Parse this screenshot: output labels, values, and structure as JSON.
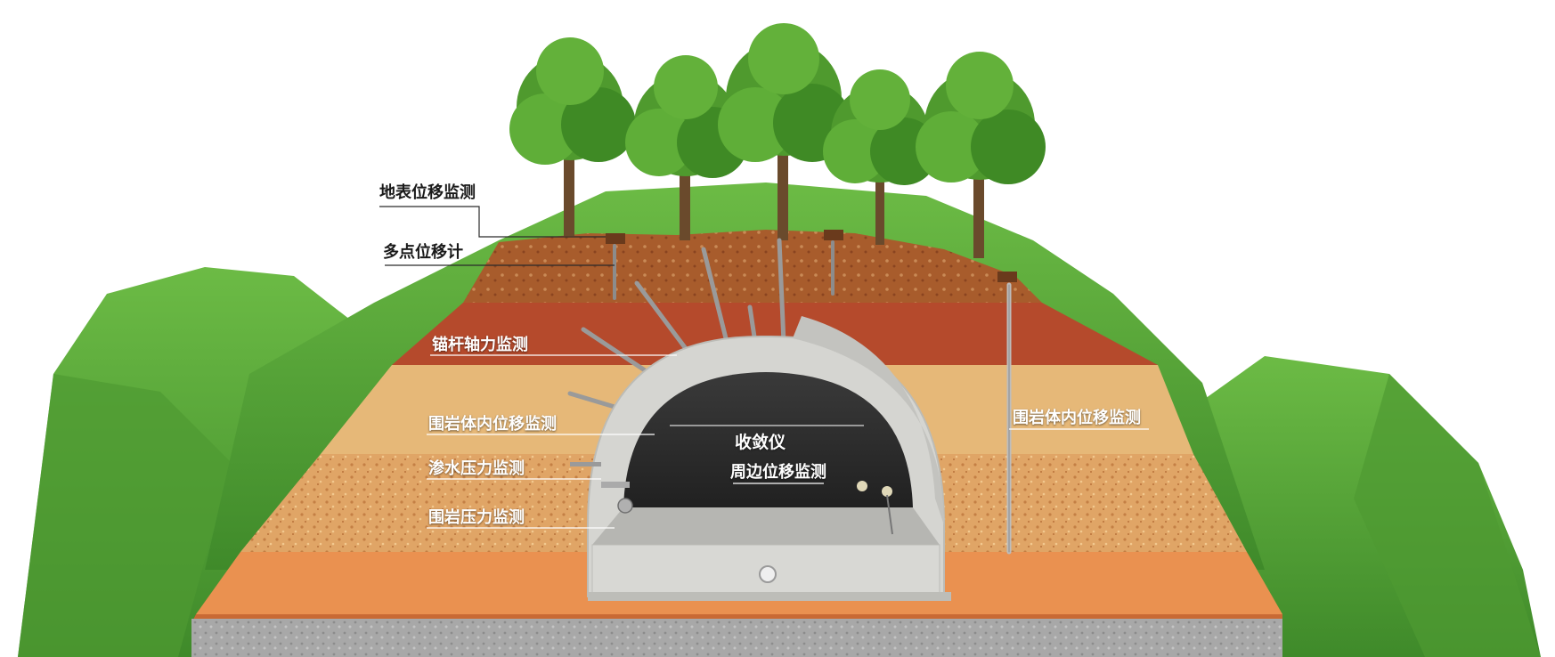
{
  "labels": {
    "surface_displacement": "地表位移监测",
    "multipoint_extensometer": "多点位移计",
    "anchor_axial_force": "锚杆轴力监测",
    "rock_internal_left": "围岩体内位移监测",
    "seepage_pressure": "渗水压力监测",
    "rock_pressure": "围岩压力监测",
    "convergence_meter": "收敛仪",
    "perimeter_displacement": "周边位移监测",
    "rock_internal_right": "围岩体内位移监测"
  },
  "colors": {
    "grass": "#5aa63a",
    "grass_dark": "#3f8a2a",
    "topsoil": "#a4582a",
    "red_clay": "#b4472a",
    "sand": "#e4b675",
    "gravel_soil": "#d9955a",
    "orange_soil": "#e98f4f",
    "bedrock": "#a3a3a3",
    "concrete": "#d6d6d2",
    "tunnel_interior": "#2a2a2a"
  }
}
